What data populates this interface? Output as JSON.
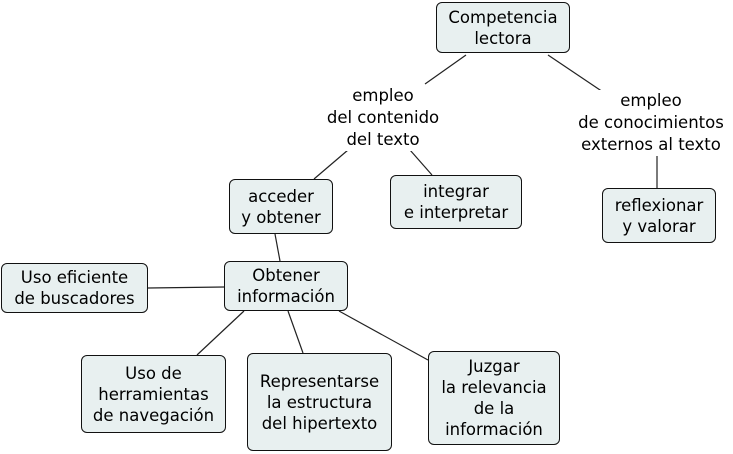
{
  "nodes": {
    "competencia": "Competencia\nlectora",
    "acceder": "acceder\ny obtener",
    "integrar": "integrar\ne interpretar",
    "reflexionar": "reflexionar\ny valorar",
    "obtener": "Obtener\ninformación",
    "uso_buscadores": "Uso eficiente\nde buscadores",
    "uso_herramientas": "Uso de\nherramientas\nde navegación",
    "representarse": "Representarse\nla estructura\ndel hipertexto",
    "juzgar": "Juzgar\nla relevancia\nde la\ninformación"
  },
  "linking_phrases": {
    "contenido": "empleo\ndel contenido\ndel texto",
    "conocimientos": "empleo\nde conocimientos\nexternos al texto"
  }
}
